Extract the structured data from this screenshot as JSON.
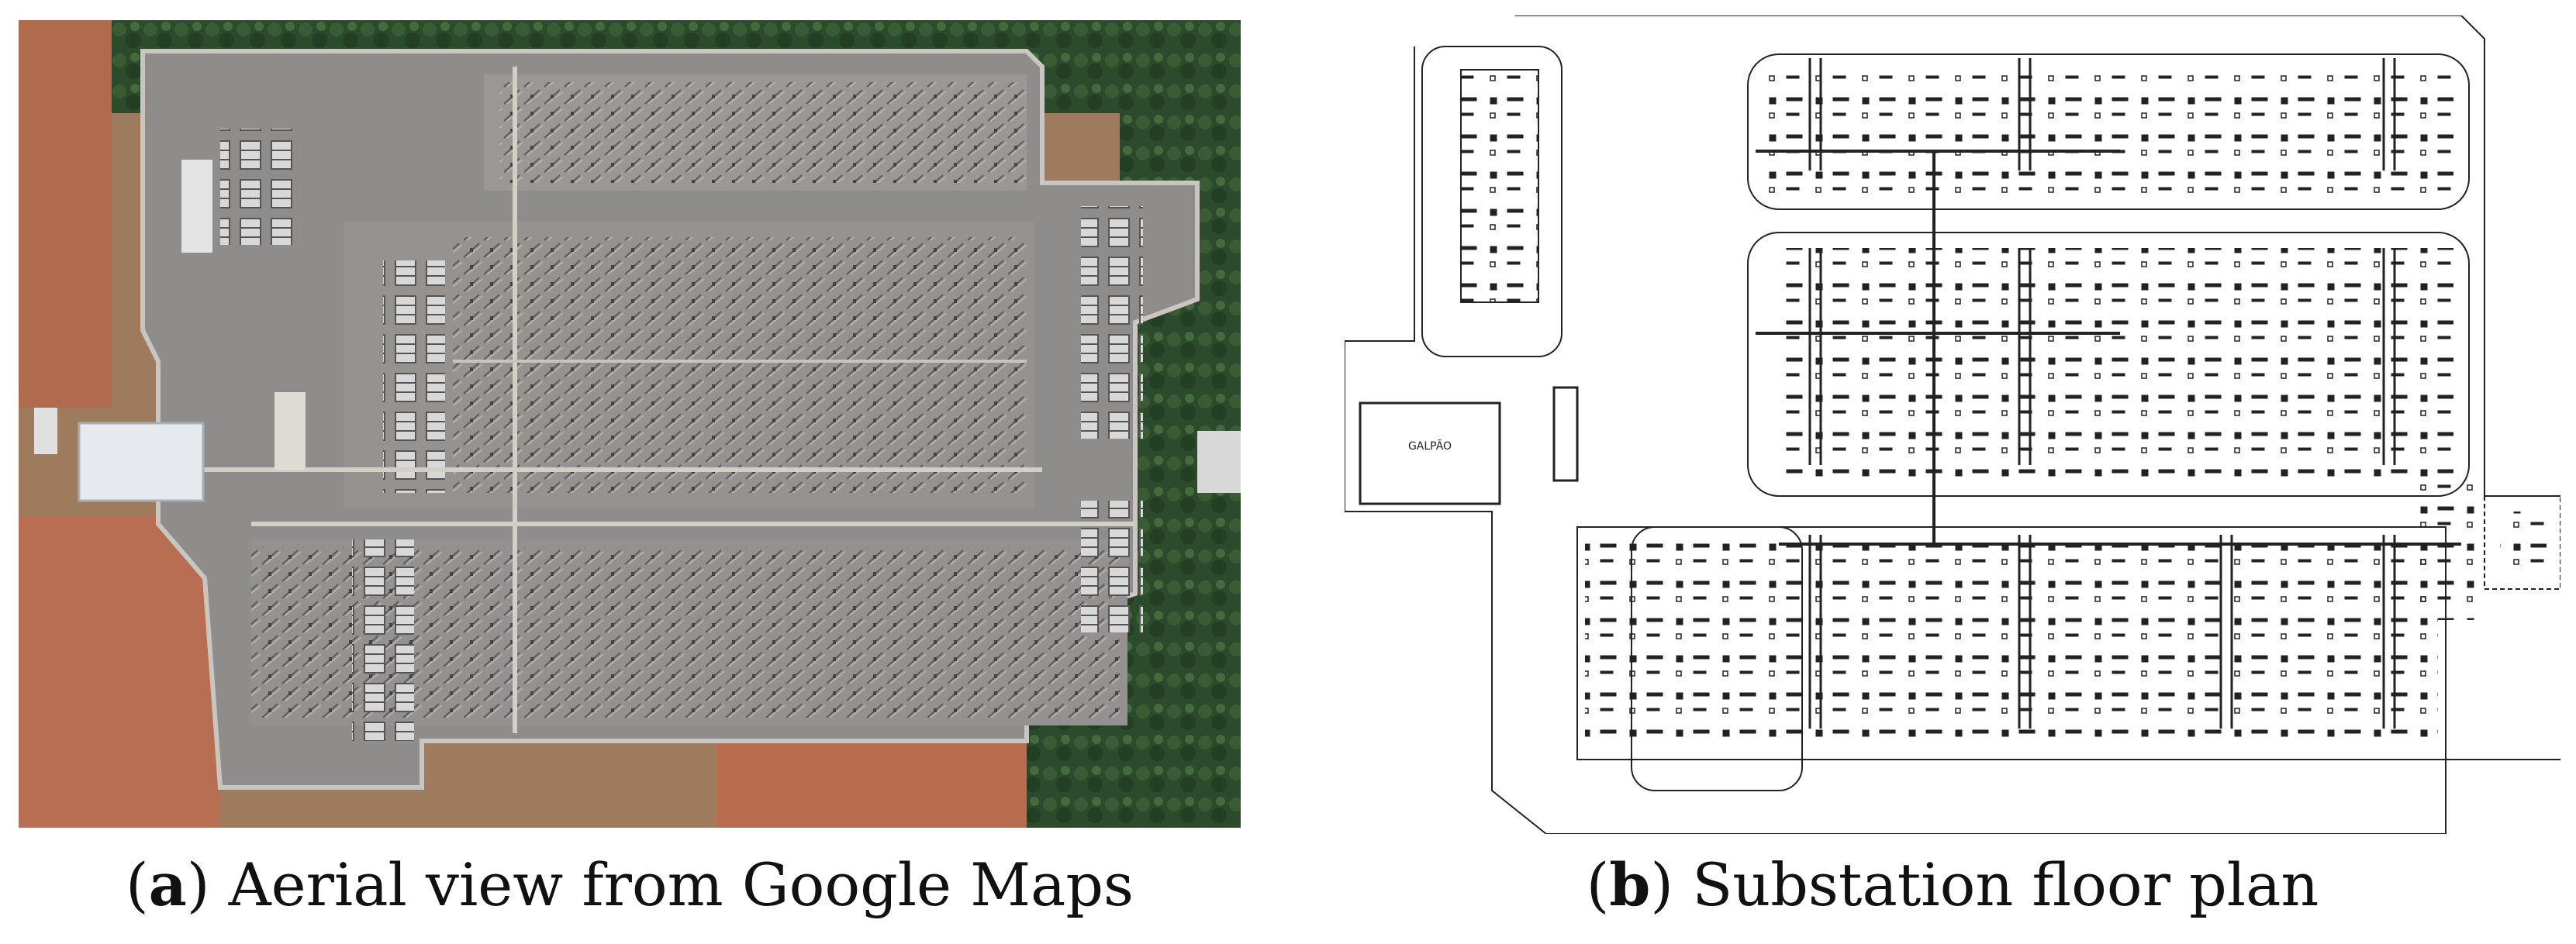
{
  "figure": {
    "panels": [
      {
        "id": "a",
        "letter": "a",
        "caption": "Aerial view from Google Maps"
      },
      {
        "id": "b",
        "letter": "b",
        "caption": "Substation floor plan"
      }
    ],
    "plan_label_building": "GALPÃO"
  },
  "colors": {
    "vegetation": "#2f4a2e",
    "soil": "#b56a4a",
    "gravel": "#8f8c8a",
    "road": "#c9c5c0",
    "plan_line": "#222222",
    "background": "#ffffff"
  }
}
